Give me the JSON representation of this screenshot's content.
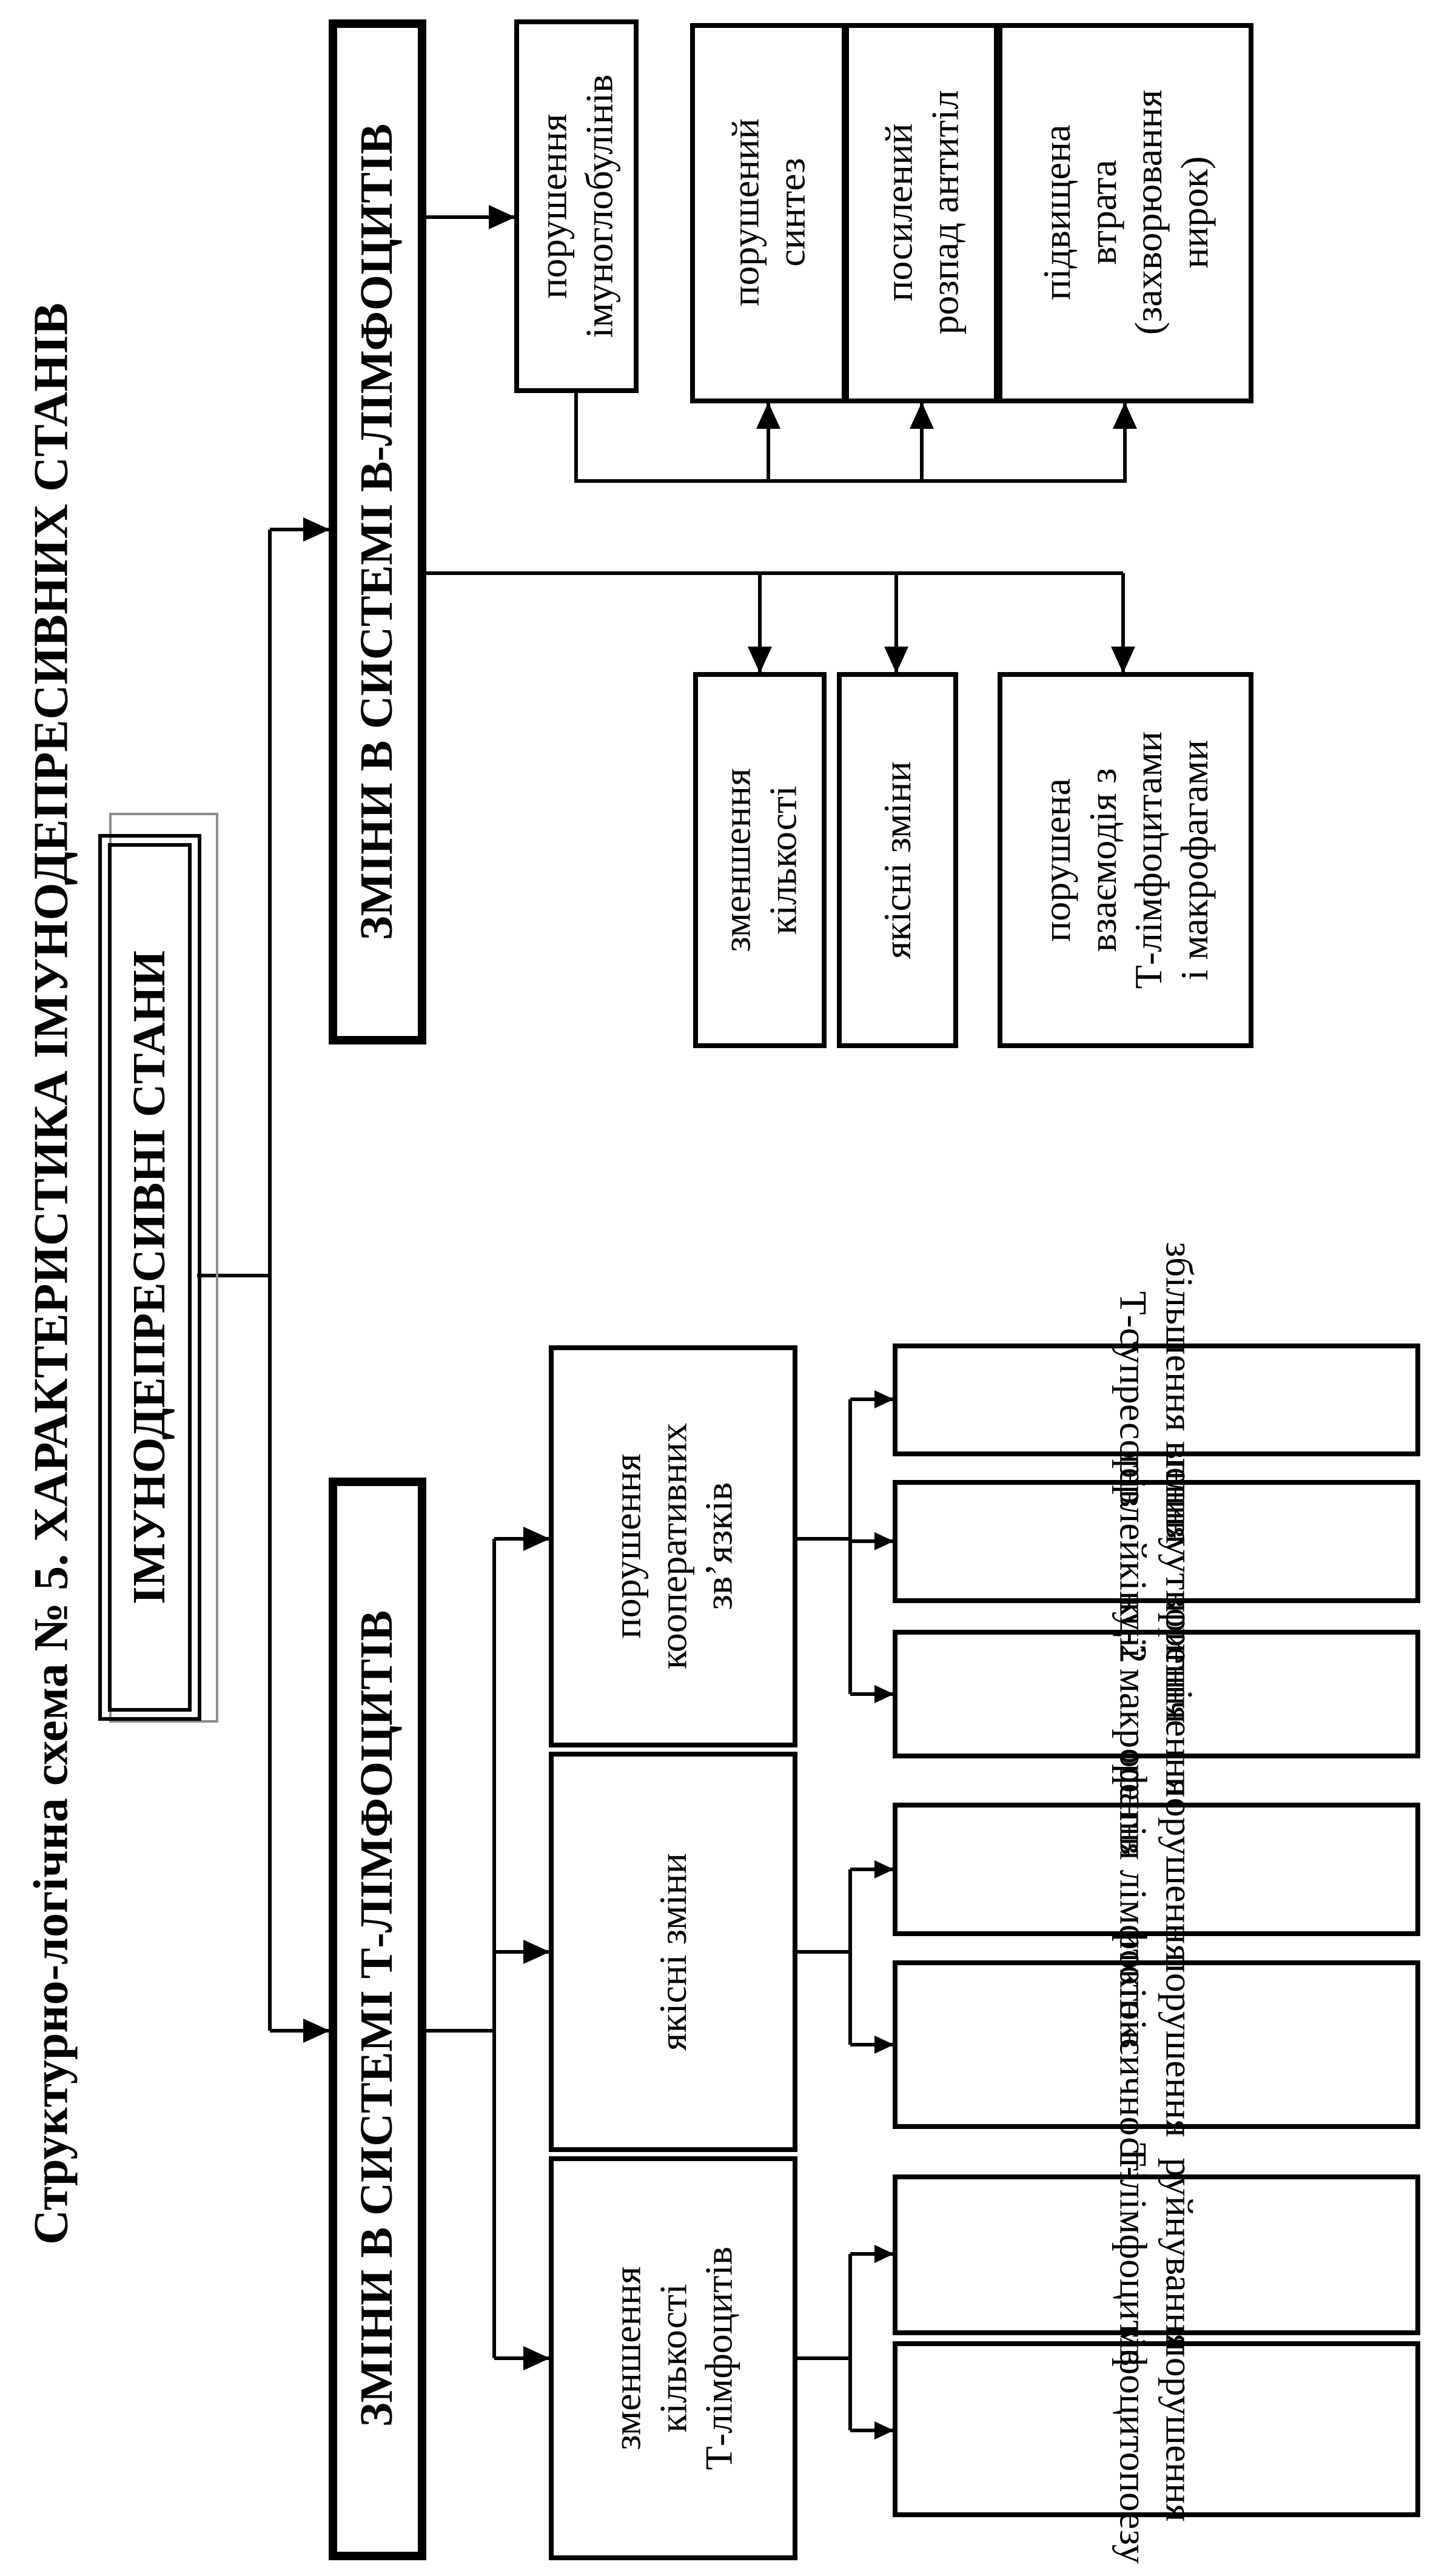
{
  "header": {
    "caption_lead": "Структурно-логічна схема № 5.",
    "caption_title": "ХАРАКТЕРИСТИКА ІМУНОДЕПРЕСИВНИХ СТАНІВ"
  },
  "root": {
    "label": "ІМУНОДЕПРЕСИВНІ СТАНИ"
  },
  "b_branch": {
    "label": "ЗМІНИ В СИСТЕМІ В-ЛІМФОЦИТІВ",
    "items": [
      {
        "label": "порушення\nімуноглобулінів"
      },
      {
        "label": "порушений\nсинтез"
      },
      {
        "label": "посилений\nрозпад антитіл"
      },
      {
        "label": "підвищена\nвтрата\n(захворювання\nнирок)"
      },
      {
        "label": "зменшення\nкількості"
      },
      {
        "label": "якісні зміни"
      },
      {
        "label": "порушена\nвзаємодія з\nТ-лімфоцитами\nі макрофагами"
      }
    ]
  },
  "t_branch": {
    "label": "ЗМІНИ В СИСТЕМІ Т-ЛІМФОЦИТІВ",
    "categories": [
      {
        "label": "зменшення\nкількості\nТ-лімфоцитів"
      },
      {
        "label": "якісні зміни"
      },
      {
        "label": "порушення\nкооперативних\nзв’язків"
      }
    ],
    "details": [
      {
        "label": "порушення\nлімфоцитопоезу"
      },
      {
        "label": "руйнування\nТ-лімфоцитів"
      },
      {
        "label": "порушення\nцитотоксичності"
      },
      {
        "label": "порушення\nутворення лімфокінів"
      },
      {
        "label": "пригнічення\nфункції макрофагів"
      },
      {
        "label": "порушення утворення\nінтерлейкіну-2"
      },
      {
        "label": "збільшення впливу\nТ-супресорів"
      }
    ]
  }
}
